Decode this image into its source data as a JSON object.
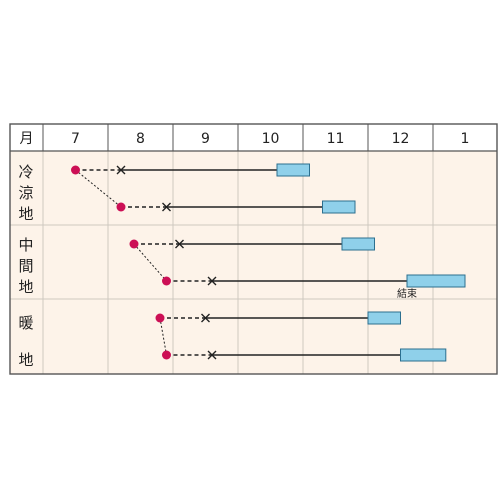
{
  "chart_data": {
    "type": "gantt",
    "header_label": "月",
    "months": [
      "7",
      "8",
      "9",
      "10",
      "11",
      "12",
      "1"
    ],
    "groups": [
      {
        "label": "冷涼地",
        "glyphs": [
          "冷",
          "涼",
          "地"
        ]
      },
      {
        "label": "中間地",
        "glyphs": [
          "中",
          "間",
          "地"
        ]
      },
      {
        "label": "暖地",
        "glyphs": [
          "暖",
          "地"
        ]
      }
    ],
    "rows": [
      {
        "group": 0,
        "sow": 7.5,
        "plant": 8.2,
        "harvest_start": 10.6,
        "harvest_end": 11.1,
        "note": ""
      },
      {
        "group": 0,
        "sow": 8.2,
        "plant": 8.9,
        "harvest_start": 11.3,
        "harvest_end": 11.8,
        "note": ""
      },
      {
        "group": 1,
        "sow": 8.4,
        "plant": 9.1,
        "harvest_start": 11.6,
        "harvest_end": 12.1,
        "note": ""
      },
      {
        "group": 1,
        "sow": 8.9,
        "plant": 9.6,
        "harvest_start": 12.6,
        "harvest_end": 13.5,
        "note": "結束"
      },
      {
        "group": 2,
        "sow": 8.8,
        "plant": 9.5,
        "harvest_start": 12.0,
        "harvest_end": 12.5,
        "note": ""
      },
      {
        "group": 2,
        "sow": 8.9,
        "plant": 9.6,
        "harvest_start": 12.5,
        "harvest_end": 13.2,
        "note": ""
      }
    ],
    "colors": {
      "background": "#fdf3e9",
      "header_bg": "#ffffff",
      "border": "#555555",
      "grid": "#cfc8c0",
      "sow_dot": "#cc0f55",
      "line": "#222222",
      "harvest_bar": "#8fd0ea",
      "harvest_border": "#2c6f8f"
    }
  }
}
